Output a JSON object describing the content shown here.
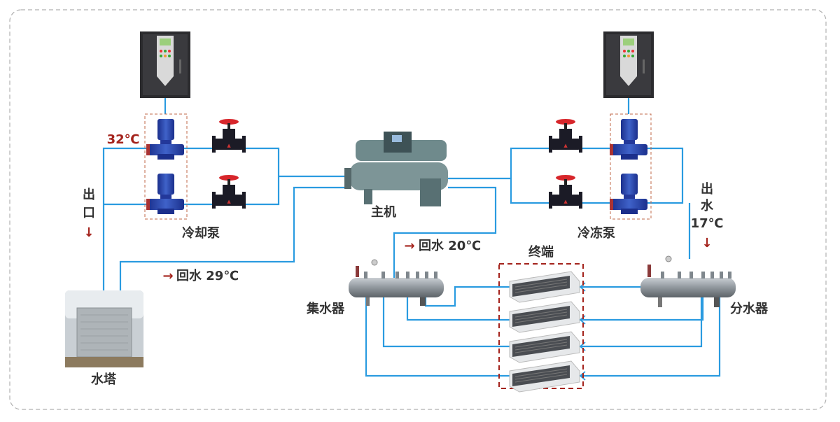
{
  "labels": {
    "cooling_pump": "冷却泵",
    "chilled_pump": "冷冻泵",
    "chiller": "主机",
    "tower": "水塔",
    "collector": "集水器",
    "distributor": "分水器",
    "terminal": "终端",
    "outlet_left_1": "出",
    "outlet_left_2": "口",
    "outlet_right_1": "出",
    "outlet_right_2": "水",
    "outlet_right_temp": "17℃",
    "temp_32": "32℃",
    "return_29": "回水 29℃",
    "return_20": "回水 20℃",
    "arrow_right": "→",
    "arrow_down": "↓"
  },
  "colors": {
    "pipe": "#2a9be0",
    "accent": "#a4231c",
    "border": "#b0b0b0"
  }
}
